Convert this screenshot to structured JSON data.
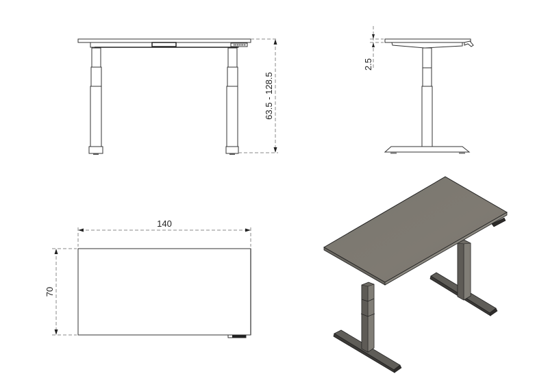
{
  "drawing": {
    "views": {
      "front": {
        "label": "front-view"
      },
      "side": {
        "label": "side-view"
      },
      "top": {
        "label": "top-view"
      },
      "isometric": {
        "label": "isometric-view"
      }
    },
    "dimensions": {
      "height_range": "63.5 - 128.5",
      "desktop_thickness": "2.5",
      "width": "140",
      "depth": "70"
    },
    "colors": {
      "line": "#333333",
      "dimension": "#888888",
      "desktop_fill": "#7d7a72",
      "frame_fill": "#6b6862",
      "frame_dark": "#3e3c39"
    }
  }
}
